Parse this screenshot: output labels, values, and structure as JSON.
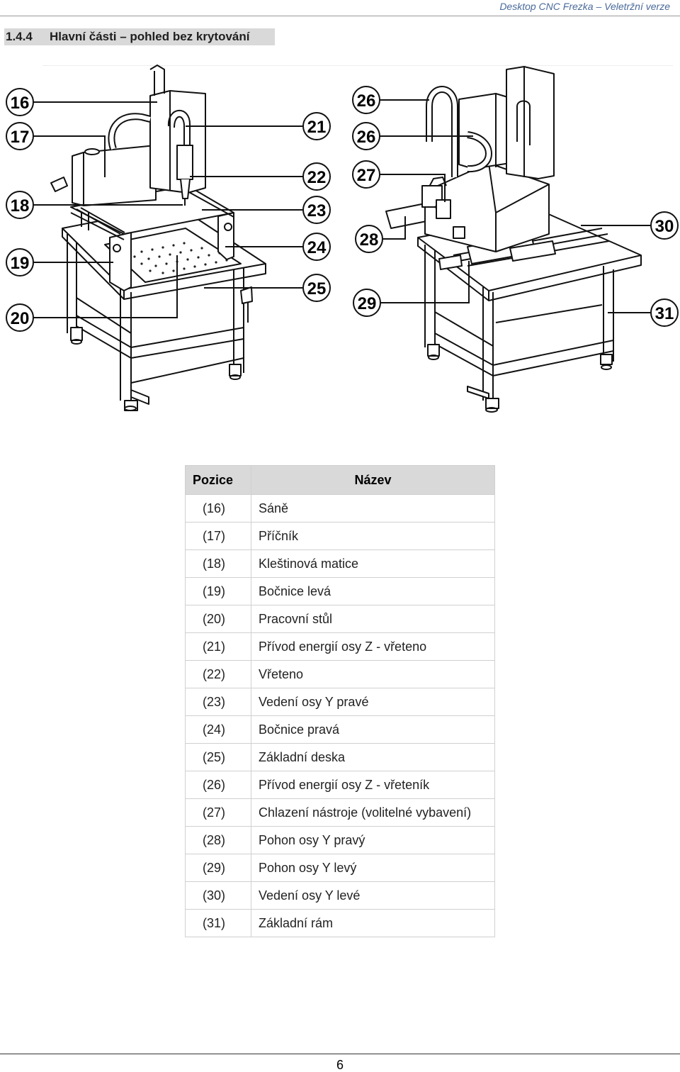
{
  "running_header": "Desktop CNC Frezka – Veletržní verze",
  "section": {
    "number": "1.4.4",
    "title": "Hlavní části – pohled bez krytování"
  },
  "figure": {
    "callouts_left": [
      "16",
      "17",
      "18",
      "19",
      "20",
      "21",
      "22",
      "23",
      "24",
      "25"
    ],
    "callouts_right": [
      "26",
      "26",
      "27",
      "28",
      "29",
      "30",
      "31"
    ]
  },
  "table": {
    "headers": {
      "position": "Pozice",
      "name": "Název"
    },
    "rows": [
      {
        "pos": "(16)",
        "name": "Sáně"
      },
      {
        "pos": "(17)",
        "name": "Příčník"
      },
      {
        "pos": "(18)",
        "name": "Kleštinová matice"
      },
      {
        "pos": "(19)",
        "name": "Bočnice levá"
      },
      {
        "pos": "(20)",
        "name": "Pracovní stůl"
      },
      {
        "pos": "(21)",
        "name": "Přívod energií osy Z - vřeteno"
      },
      {
        "pos": "(22)",
        "name": "Vřeteno"
      },
      {
        "pos": "(23)",
        "name": "Vedení osy Y pravé"
      },
      {
        "pos": "(24)",
        "name": "Bočnice pravá"
      },
      {
        "pos": "(25)",
        "name": "Základní deska"
      },
      {
        "pos": "(26)",
        "name": "Přívod energií osy Z - vřeteník"
      },
      {
        "pos": "(27)",
        "name": "Chlazení nástroje (volitelné vybavení)"
      },
      {
        "pos": "(28)",
        "name": "Pohon osy Y pravý"
      },
      {
        "pos": "(29)",
        "name": "Pohon osy Y levý"
      },
      {
        "pos": "(30)",
        "name": "Vedení osy Y levé"
      },
      {
        "pos": "(31)",
        "name": "Základní rám"
      }
    ]
  },
  "page_number": "6"
}
